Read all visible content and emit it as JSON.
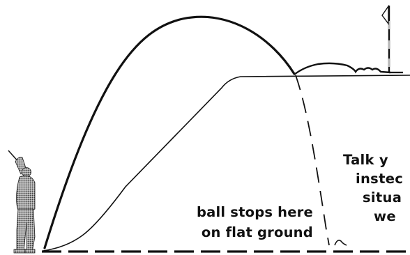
{
  "labels": {
    "flat_ground_line1": "ball stops here",
    "flat_ground_line2": "on flat ground",
    "side_text": [
      "Talk y",
      "instec",
      "situa",
      "we"
    ]
  },
  "colors": {
    "ink": "#111111",
    "background": "#ffffff",
    "golfer_fill": "#5a5a5a"
  }
}
